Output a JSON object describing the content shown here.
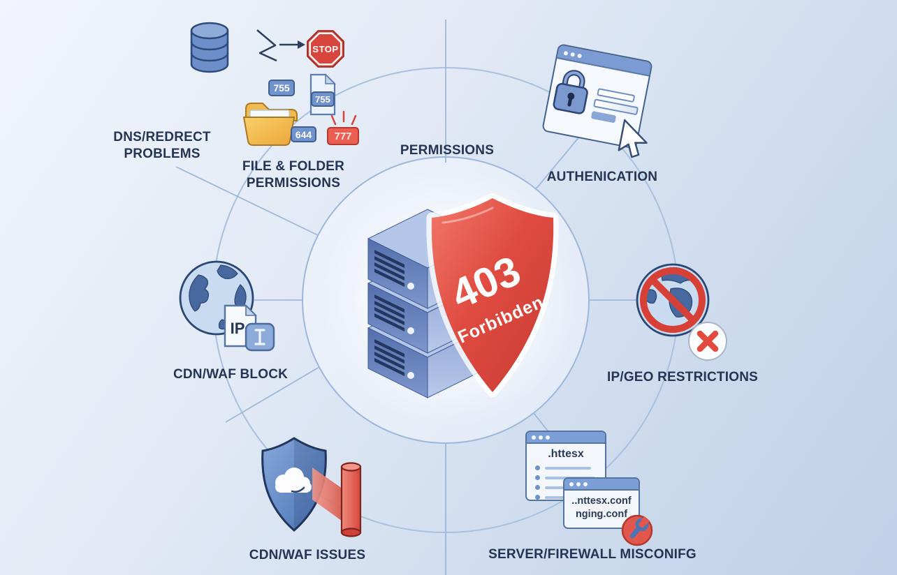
{
  "title": "403 Forbidden causes diagram",
  "center": {
    "code": "403",
    "label": "Forbibden"
  },
  "labels": {
    "dns": {
      "line1": "DNS/REDRECT",
      "line2": "PROBLEMS"
    },
    "file_folder": {
      "line1": "FILE & FOLDER",
      "line2": "PERMISSIONS"
    },
    "permissions": {
      "line1": "PERMISSIONS"
    },
    "authentication": {
      "line1": "AUTHENICATION"
    },
    "ip_geo": {
      "line1": "IP/GEO RESTRICTIONS"
    },
    "server_firewall": {
      "line1": "SERVER/FIREWALL MISCONIFG"
    },
    "cdn_waf_issues": {
      "line1": "CDN/WAF ISSUES"
    },
    "cdn_waf_block": {
      "line1": "CDN/WAF BLOCK"
    }
  },
  "icons": {
    "stop_sign_text": "STOP",
    "folder_badge": "755",
    "file_badge": "755",
    "badge_644": "644",
    "badge_777": "777",
    "ip_doc_text": "IP",
    "config_window_1": {
      "title": ".httesx"
    },
    "config_window_2": {
      "line1": "..nttesx.conf",
      "line2": "nging.conf"
    }
  },
  "colors": {
    "background_start": "#f2f5fb",
    "background_end": "#bfd0e8",
    "guide_line": "#9fb8da",
    "label_text": "#243452",
    "alert_red": "#d7453c",
    "primary_blue": "#7193cd",
    "navy_outline": "#2b4570"
  }
}
